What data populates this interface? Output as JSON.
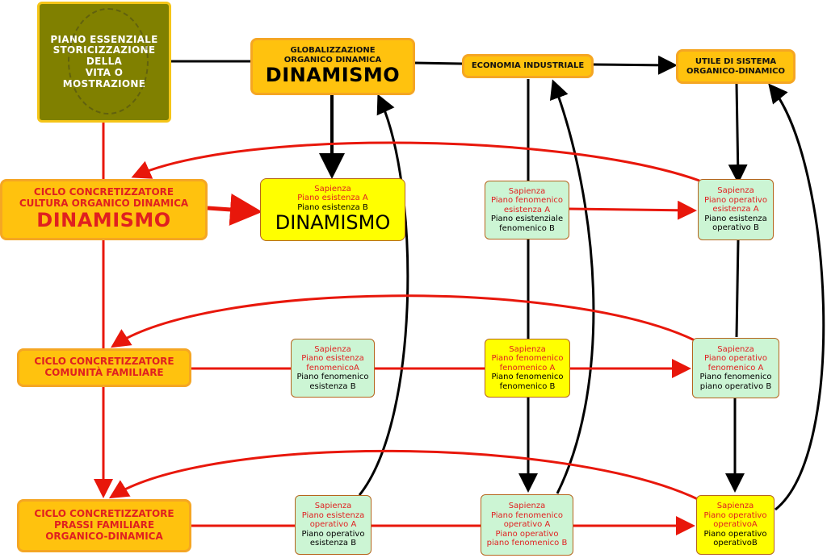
{
  "colors": {
    "orange": "#ffc20e",
    "orange_border": "#f5a623",
    "green": "#ccf5d4",
    "yellow": "#ffff00",
    "red_arrow": "#e8170b",
    "black_arrow": "#000000",
    "essential_bg": "#808000"
  },
  "essential": {
    "lines": [
      "PIANO ESSENZIALE",
      "STORICIZZAZIONE",
      "DELLA",
      "VITA O",
      "MOSTRAZIONE"
    ]
  },
  "globalizzazione": {
    "line1": "GLOBALIZZAZIONE",
    "line2": "ORGANICO DINAMICA",
    "big": "DINAMISMO"
  },
  "economia": {
    "label": "ECONOMIA INDUSTRIALE"
  },
  "utile": {
    "line1": "UTILE DI SISTEMA",
    "line2": "ORGANICO-DINAMICO"
  },
  "cycle1": {
    "line1": "CICLO CONCRETIZZATORE",
    "line2": "CULTURA ORGANICO DINAMICA",
    "big": "DINAMISMO"
  },
  "cycle2": {
    "line1": "CICLO CONCRETIZZATORE",
    "line2": "COMUNITÀ FAMILIARE"
  },
  "cycle3": {
    "line1": "CICLO CONCRETIZZATORE",
    "line2": "PRASSI FAMILIARE",
    "line3": "ORGANICO-DINAMICA"
  },
  "node_din": {
    "r1": "Sapienza",
    "r2": "Piano esistenza A",
    "b1": "Piano esistenza B",
    "big": "DINAMISMO"
  },
  "node_r1c3": {
    "r1": "Sapienza",
    "r2": "Piano fenomenico",
    "r3": "esistenza A",
    "b1": "Piano esistenziale",
    "b2": "fenomenico B"
  },
  "node_r1c4": {
    "r1": "Sapienza",
    "r2": "Piano operativo",
    "r3": "esistenza A",
    "b1": "Piano esistenza",
    "b2": "operativo  B"
  },
  "node_r2c2": {
    "r1": "Sapienza",
    "r2": "Piano esistenza",
    "r3": "fenomenicoA",
    "b1": "Piano fenomenico",
    "b2": "esistenza B"
  },
  "node_r2c3": {
    "r1": "Sapienza",
    "r2": "Piano fenomenico",
    "r3": "fenomenico A",
    "b1": "Piano fenomenico",
    "b2": "fenomenico B"
  },
  "node_r2c4": {
    "r1": "Sapienza",
    "r2": "Piano operativo",
    "r3": "fenomenico A",
    "b1": "Piano fenomenico",
    "b2": "piano operativo B"
  },
  "node_r3c2": {
    "r1": "Sapienza",
    "r2": "Piano esistenza",
    "r3": "operativo A",
    "b1": "Piano operativo",
    "b2": "esistenza B"
  },
  "node_r3c3": {
    "r1": "Sapienza",
    "r2": "Piano fenomenico",
    "r3": "operativo A",
    "r4": "Piano operativo",
    "r5": "piano fenomenico B"
  },
  "node_r3c4": {
    "r1": "Sapienza",
    "r2": "Piano operativo",
    "r3": "operativoA",
    "b1": "Piano operativo",
    "b2": "operativoB"
  }
}
